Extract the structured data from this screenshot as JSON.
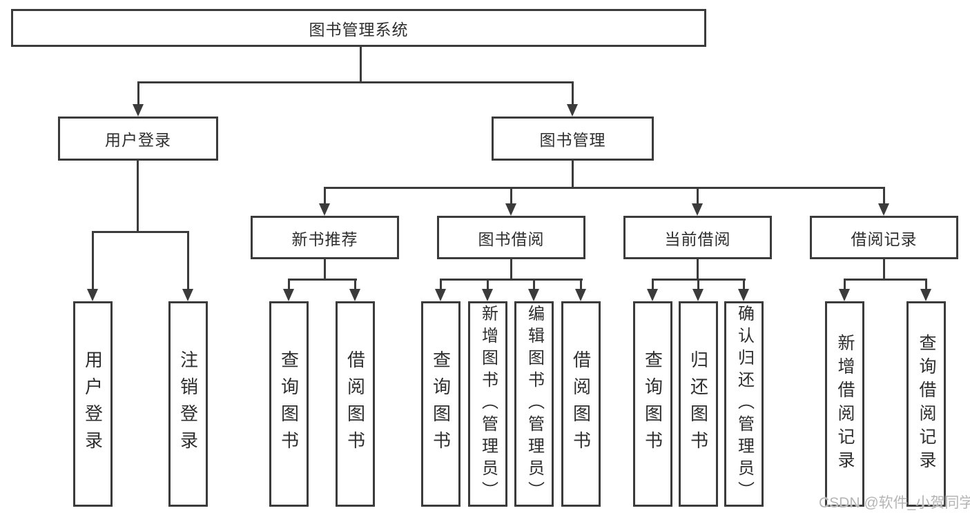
{
  "diagram_type": "hierarchy-tree",
  "colors": {
    "background": "#ffffff",
    "line": "#3b3b3b",
    "box_border": "#3b3b3b",
    "text": "#2e2e2e",
    "watermark": "#b5b5b5"
  },
  "nodes": {
    "root": {
      "label": "图书管理系统"
    },
    "user_login": {
      "label": "用户登录"
    },
    "book_mgmt": {
      "label": "图书管理"
    },
    "new_book_rec": {
      "label": "新书推荐"
    },
    "book_borrow": {
      "label": "图书借阅"
    },
    "current_borrow": {
      "label": "当前借阅"
    },
    "borrow_records": {
      "label": "借阅记录"
    },
    "leaves": {
      "user_login": [
        "用户登录",
        "注销登录"
      ],
      "new_book_rec": [
        "查询图书",
        "借阅图书"
      ],
      "book_borrow": [
        "查询图书",
        "新增图书（管理员）",
        "编辑图书（管理员）",
        "借阅图书"
      ],
      "current_borrow": [
        "查询图书",
        "归还图书",
        "确认归还（管理员）"
      ],
      "borrow_records": [
        "新增借阅记录",
        "查询借阅记录"
      ]
    }
  },
  "watermark": {
    "text": "CSDN @软件_小贺同学"
  }
}
